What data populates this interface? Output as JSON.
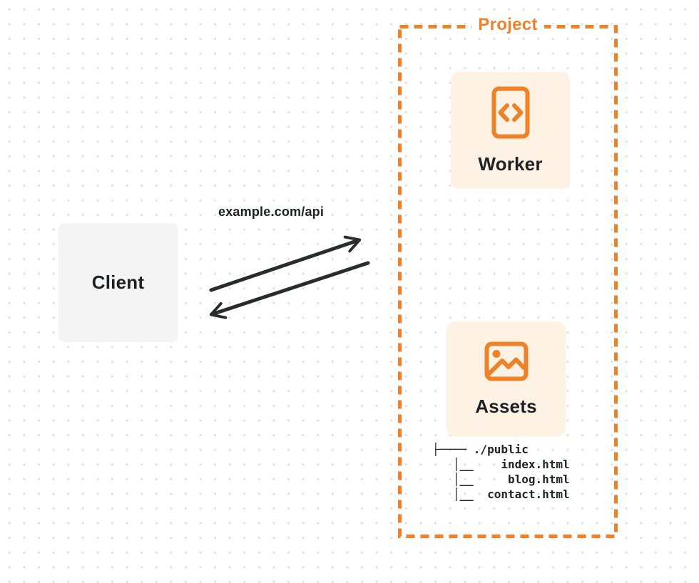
{
  "theme": {
    "accent": "#ED8228",
    "card-bg": "#FDF2E4",
    "client-bg": "#F4F4F5",
    "ink": "#1E2124",
    "arrow": "#2A2B2D",
    "dot": "#E1E1E4",
    "bg": "#FFFFFF"
  },
  "client": {
    "label": "Client"
  },
  "request": {
    "url_label": "example.com/api"
  },
  "project": {
    "label": "Project"
  },
  "worker": {
    "label": "Worker",
    "icon": "code-file-icon"
  },
  "assets": {
    "label": "Assets",
    "icon": "image-icon"
  },
  "file_tree": {
    "text": "├──── ./public\n   │__    index.html\n   │__     blog.html\n   │__  contact.html"
  }
}
